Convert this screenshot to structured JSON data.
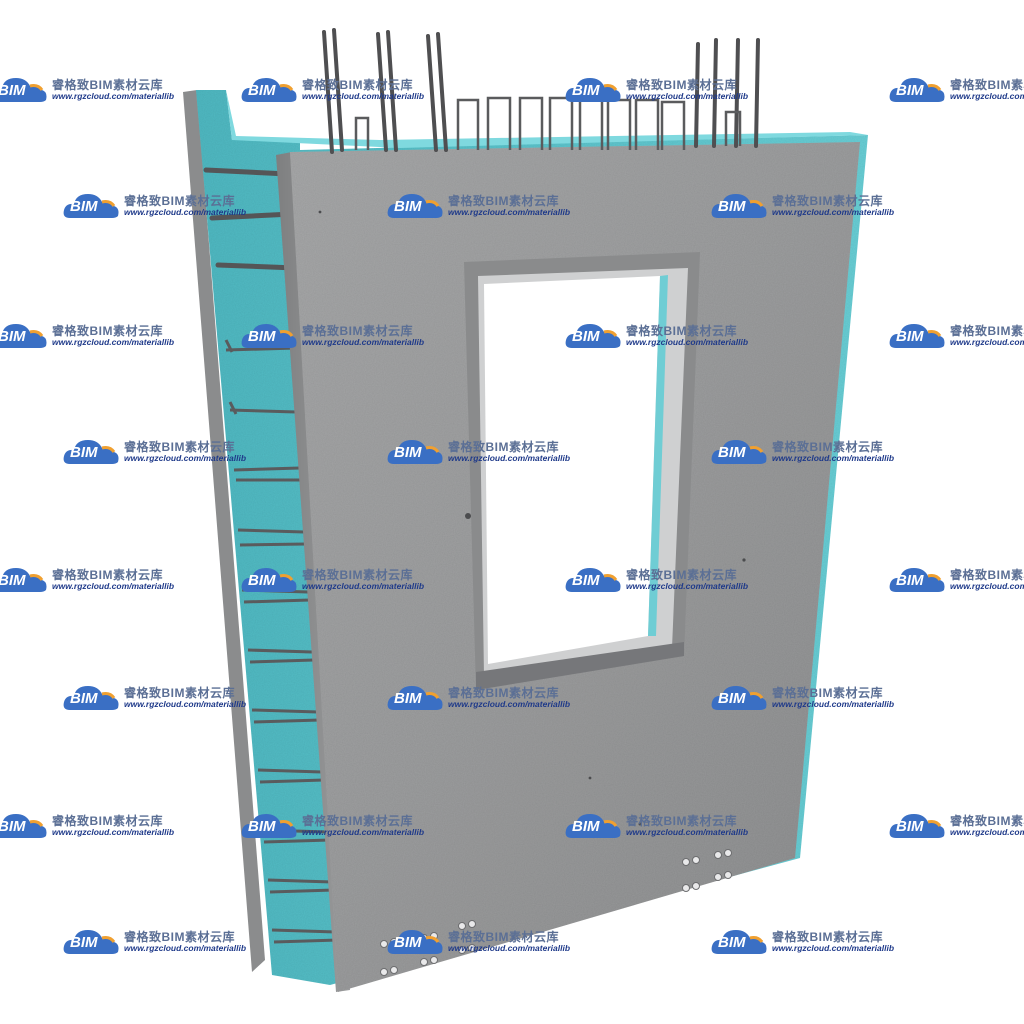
{
  "watermark": {
    "brand_cn": "睿格致BIM素材云库",
    "url": "www.rgzcloud.com/materiallib",
    "logo_text": "BIM"
  },
  "colors": {
    "concrete": "#9a9b9c",
    "insulation": "#5fc7cf",
    "rebar": "#4e4e50",
    "watermark_blue": "#3a6fc4",
    "watermark_orange": "#f0a030"
  }
}
